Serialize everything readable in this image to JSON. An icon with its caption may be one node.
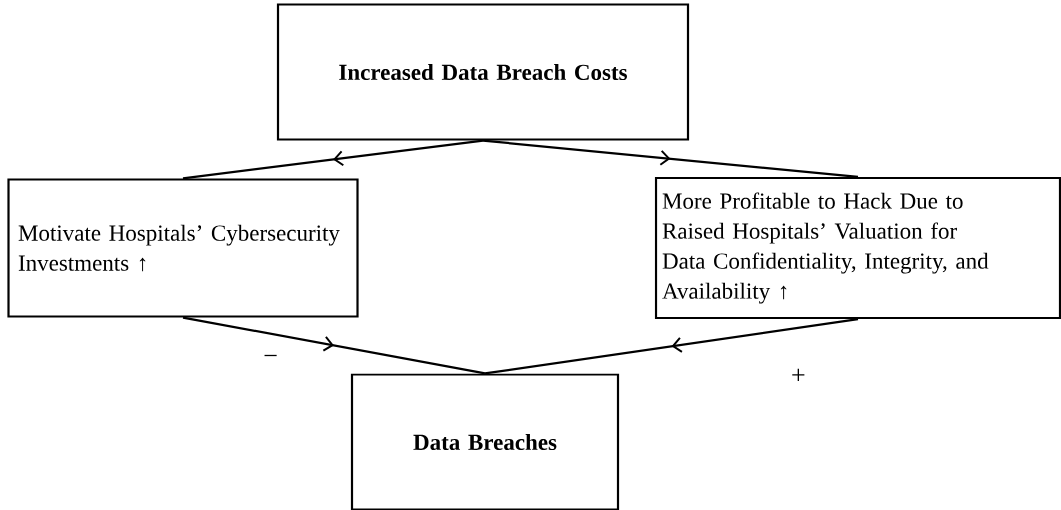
{
  "diagram": {
    "nodes": [
      {
        "text": [
          "Increased Data Breach Costs"
        ]
      },
      {
        "text": [
          "Motivate Hospitals’ Cybersecurity Investments ↑"
        ]
      },
      {
        "text": [
          "More Profitable to Hack Due to Raised Hospitals’ Valuation for Data Confidentiality, Integrity, and Availability ↑"
        ]
      },
      {
        "text": [
          "Data Breaches"
        ]
      }
    ],
    "edges": [
      {
        "from": 0,
        "to": 1,
        "arrow": "to"
      },
      {
        "from": 0,
        "to": 2,
        "arrow": "to"
      },
      {
        "from": 1,
        "to": 3,
        "arrow": "to",
        "label": "−"
      },
      {
        "from": 2,
        "to": 3,
        "arrow": "to",
        "label": "+"
      }
    ]
  }
}
